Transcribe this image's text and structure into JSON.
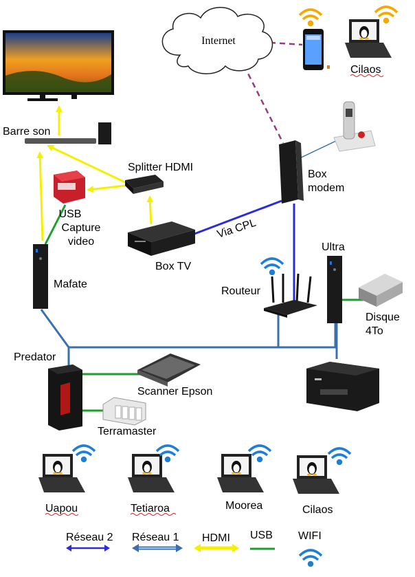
{
  "nodes": {
    "internet": "Internet",
    "cilaos_top": "Cilaos",
    "barre_son": "Barre son",
    "splitter": "Splitter HDMI",
    "usb_capture_1": "USB",
    "usb_capture_2": "Capture",
    "usb_capture_3": "video",
    "box_modem_1": "Box",
    "box_modem_2": "modem",
    "via_cpl": "Via CPL",
    "box_tv": "Box TV",
    "mafate": "Mafate",
    "ultra": "Ultra",
    "routeur": "Routeur",
    "disque_1": "Disque",
    "disque_2": "4To",
    "predator": "Predator",
    "scanner": "Scanner Epson",
    "terramaster": "Terramaster",
    "uapou": "Uapou",
    "tetiaroa": "Tetiaroa",
    "moorea": "Moorea",
    "cilaos_bottom": "Cilaos"
  },
  "legend": {
    "reseau2": "Réseau 2",
    "reseau1": "Réseau 1",
    "hdmi": "HDMI",
    "usb": "USB",
    "wifi": "WIFI"
  },
  "colors": {
    "reseau1": "#3a6fb0",
    "reseau2": "#2a2ae0",
    "hdmi": "#f5f000",
    "usb": "#1e9e2a",
    "wifi": "#1f7fd6",
    "internet_link": "#9b3a7a"
  }
}
